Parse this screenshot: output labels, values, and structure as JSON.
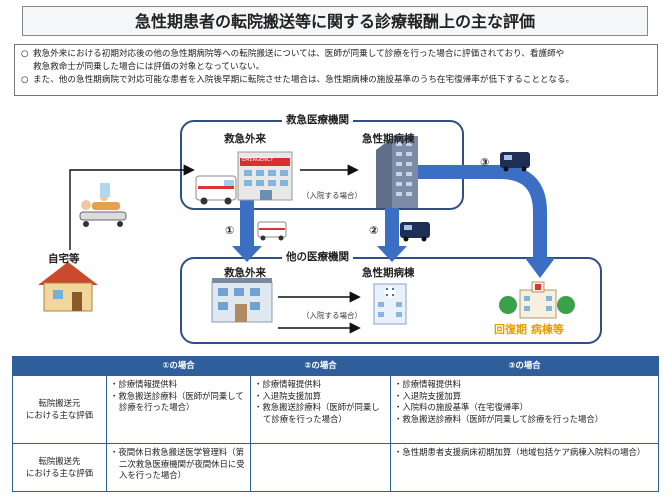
{
  "title": "急性期患者の転院搬送等に関する診療報酬上の主な評価",
  "notes": [
    {
      "mark": "○",
      "line1": "救急外来における初期対応後の他の急性期病院等への転院搬送については、医師が同乗して診療を行った場合に評価されており、看護師や",
      "line2": "救急救命士が同乗した場合には評価の対象となっていない。"
    },
    {
      "mark": "○",
      "line1": "また、他の急性期病院で対応可能な患者を入院後早期に転院させた場合は、急性期病棟の施設基準のうち在宅復帰率が低下することとなる。",
      "line2": ""
    }
  ],
  "diagram": {
    "emergency_institution": "救急医療機関",
    "other_institution": "他の医療機関",
    "er_top": "救急外来",
    "acute_ward_top": "急性期病棟",
    "er_bottom": "救急外来",
    "acute_ward_bottom": "急性期病棟",
    "home": "自宅等",
    "admission_top": "（入院する場合）",
    "admission_bottom": "（入院する場合）",
    "recovery_a": "回復期",
    "recovery_b": "病棟等",
    "emergency_sign": "EMERGENCY",
    "route1": "①",
    "route2": "②",
    "route3": "③"
  },
  "table": {
    "headers": [
      "",
      "①の場合",
      "②の場合",
      "③の場合"
    ],
    "rows": [
      {
        "label_line1": "転院搬送元",
        "label_line2": "における主な評価",
        "c1": [
          "・診療情報提供料",
          "・救急搬送診療料（医師が同乗して診療を行った場合）"
        ],
        "c2": [
          "・診療情報提供料",
          "・入退院支援加算",
          "・救急搬送診療料（医師が同乗して診療を行った場合）"
        ],
        "c3": [
          "・診療情報提供料",
          "・入退院支援加算",
          "・入院料の施設基準（在宅復帰率）",
          "・救急搬送診療料（医師が同乗して診療を行った場合）"
        ]
      },
      {
        "label_line1": "転院搬送先",
        "label_line2": "における主な評価",
        "c1": [
          "・夜間休日救急搬送医学管理料（第二次救急医療機関が夜間休日に受入を行った場合）"
        ],
        "c2": [],
        "c3": [
          "・急性期患者支援病床初期加算（地域包括ケア病棟入院料の場合）"
        ]
      }
    ]
  },
  "colors": {
    "navy": "#2f4f87",
    "header_blue": "#2f5f9a",
    "arrow_blue": "#3a6fc4",
    "recovery_orange": "#e3a000"
  }
}
